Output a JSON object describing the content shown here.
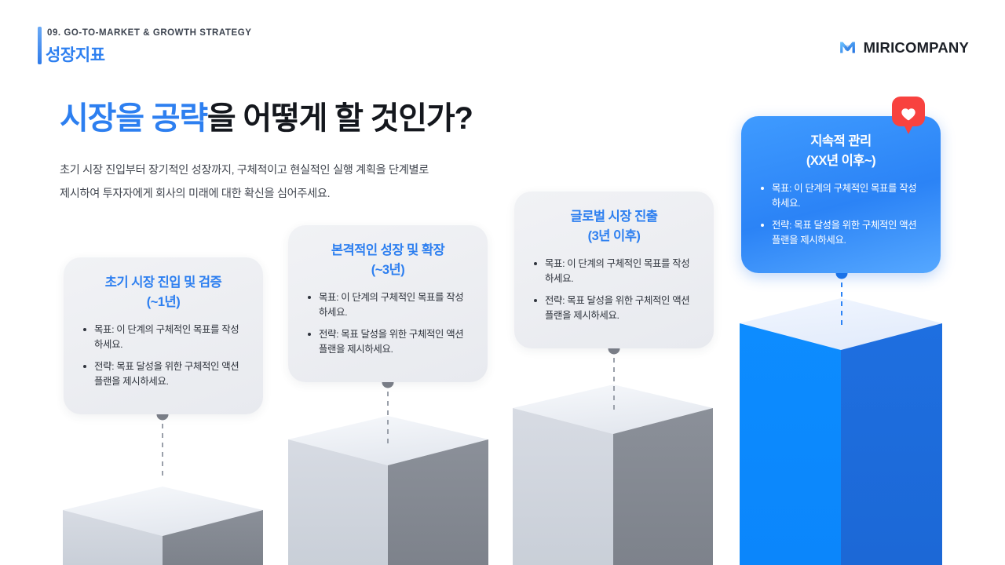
{
  "header": {
    "kicker": "09. GO-TO-MARKET & GROWTH STRATEGY",
    "title": "성장지표",
    "accent_color": "#2d7ff0"
  },
  "brand": {
    "name": "MIRICOMPANY",
    "mark": "miri-m-logo-icon",
    "color": "#1b1f26"
  },
  "headline": {
    "highlight": "시장을 공략",
    "rest": "을 어떻게 할 것인가?",
    "highlight_color": "#2d7ff0"
  },
  "lede": "초기 시장 진입부터 장기적인 성장까지, 구체적이고 현실적인 실행 계획을 단계별로\n제시하여 투자자에게 회사의 미래에 대한 확신을 심어주세요.",
  "badge": {
    "icon": "heart-icon",
    "color": "#f8423f"
  },
  "stages": [
    {
      "title": "초기 시장 진입 및 검증\n(~1년)",
      "bullets": [
        "목표: 이 단계의 구체적인 목표를 작성하세요.",
        "전략: 목표 달성을 위한 구체적인 액션 플랜을 제시하세요."
      ],
      "theme": "gray",
      "bar_color": "#cfd4dc"
    },
    {
      "title": "본격적인 성장 및 확장\n(~3년)",
      "bullets": [
        "목표: 이 단계의 구체적인 목표를 작성하세요.",
        "전략: 목표 달성을 위한 구체적인 액션 플랜을 제시하세요."
      ],
      "theme": "gray",
      "bar_color": "#cfd4dc"
    },
    {
      "title": "글로벌 시장 진출\n(3년 이후)",
      "bullets": [
        "목표: 이 단계의 구체적인 목표를 작성하세요.",
        "전략: 목표 달성을 위한 구체적인 액션 플랜을 제시하세요."
      ],
      "theme": "gray",
      "bar_color": "#cfd4dc"
    },
    {
      "title": "지속적 관리\n(XX년 이후~)",
      "bullets": [
        "목표: 이 단계의 구체적인 목표를 작성하세요.",
        "전략: 목표 달성을 위한 구체적인 액션 플랜을 제시하세요."
      ],
      "theme": "blue",
      "bar_color": "#1a8cff"
    }
  ]
}
